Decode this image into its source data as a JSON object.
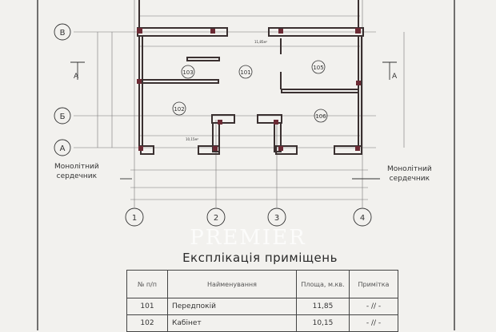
{
  "plan": {
    "axes_rows": [
      "В",
      "Б",
      "А"
    ],
    "axes_cols": [
      "1",
      "2",
      "3",
      "4"
    ],
    "section_marker": "А",
    "rooms": [
      "101",
      "102",
      "103",
      "105",
      "106"
    ],
    "area_labels": {
      "r101": "11,85м²",
      "r102": "10,15м²"
    },
    "left_note": [
      "Монолітний",
      "сердечник"
    ],
    "right_note": [
      "Монолітний",
      "сердечник"
    ],
    "wall_color": "#3a3030",
    "column_color": "#6b2a34"
  },
  "watermark": "PREMIER",
  "explication": {
    "title": "Експлікація приміщень",
    "headers": [
      "№ п/п",
      "Найменування",
      "Площа, м.кв.",
      "Примітка"
    ],
    "rows": [
      [
        "101",
        "Передпокій",
        "11,85",
        "- // -"
      ],
      [
        "102",
        "Кабінет",
        "10,15",
        "- // -"
      ]
    ]
  }
}
